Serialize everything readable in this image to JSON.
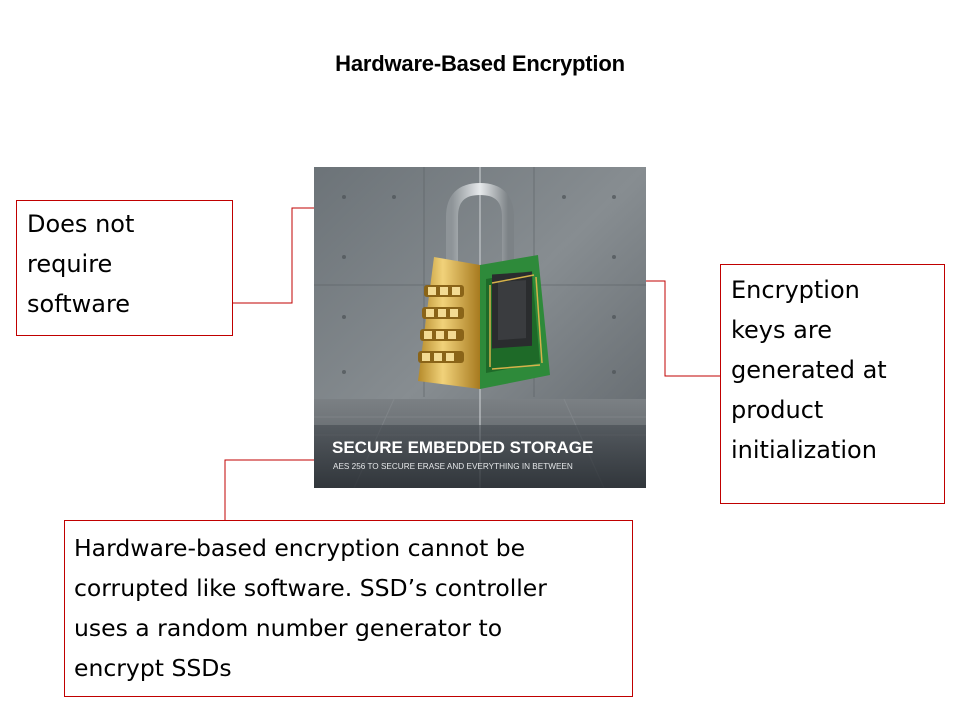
{
  "slide": {
    "title": "Hardware-Based Encryption"
  },
  "callouts": {
    "left": "Does not\nrequire\nsoftware",
    "right": "Encryption\nkeys are\ngenerated at\nproduct\ninitialization",
    "bottom": "Hardware-based encryption cannot be\ncorrupted like software. SSD’s controller\nuses a random number generator to\nencrypt SSDs"
  },
  "image": {
    "banner_title": "SECURE EMBEDDED STORAGE",
    "banner_subtitle": "AES 256 TO SECURE ERASE AND EVERYTHING IN BETWEEN"
  },
  "colors": {
    "callout_border": "#c00000",
    "connector": "#c00000"
  }
}
